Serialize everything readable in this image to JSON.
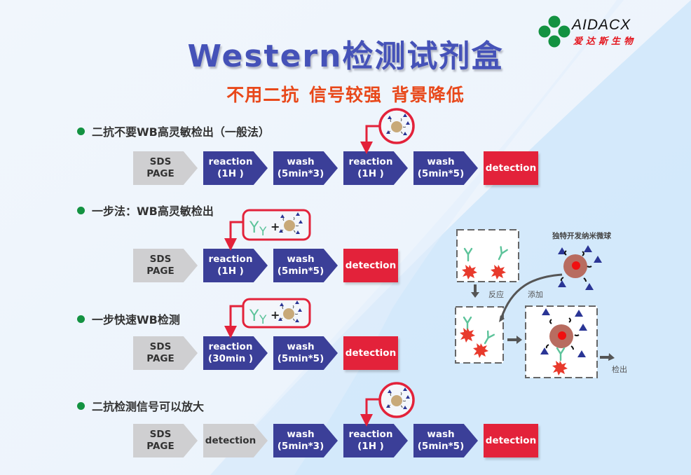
{
  "brand": {
    "name": "AIDACX",
    "name_cn": "爱达斯生物",
    "logo_color": "#139241",
    "cn_color": "#e4161e"
  },
  "title": "Western检测试剂盒",
  "subtitle": "不用二抗 信号较强 背景降低",
  "colors": {
    "title": "#4552b8",
    "subtitle": "#e8481a",
    "step_gray": "#cfcfd1",
    "step_blue": "#3b3f98",
    "step_red": "#e3223a",
    "bullet": "#139241",
    "callout": "#e3223a"
  },
  "sections": [
    {
      "label": "二抗不要WB高灵敏检出（一般法）",
      "steps": [
        {
          "line1": "SDS",
          "line2": "PAGE",
          "kind": "gray"
        },
        {
          "line1": "reaction",
          "line2": "(1H )",
          "kind": "blue"
        },
        {
          "line1": "wash",
          "line2": "(5min*3)",
          "kind": "blue"
        },
        {
          "line1": "reaction",
          "line2": "(1H )",
          "kind": "blue"
        },
        {
          "line1": "wash",
          "line2": "(5min*5)",
          "kind": "blue"
        },
        {
          "line1": "detection",
          "line2": "",
          "kind": "red"
        }
      ],
      "callout": "nanosphere-only"
    },
    {
      "label": "一步法：WB高灵敏检出",
      "steps": [
        {
          "line1": "SDS",
          "line2": "PAGE",
          "kind": "gray"
        },
        {
          "line1": "reaction",
          "line2": "(1H )",
          "kind": "blue"
        },
        {
          "line1": "wash",
          "line2": "(5min*5)",
          "kind": "blue"
        },
        {
          "line1": "detection",
          "line2": "",
          "kind": "red"
        }
      ],
      "callout": "antibody-plus-nanosphere"
    },
    {
      "label": "一步快速WB检测",
      "steps": [
        {
          "line1": "SDS",
          "line2": "PAGE",
          "kind": "gray"
        },
        {
          "line1": "reaction",
          "line2": "(30min )",
          "kind": "blue"
        },
        {
          "line1": "wash",
          "line2": "(5min*5)",
          "kind": "blue"
        },
        {
          "line1": "detection",
          "line2": "",
          "kind": "red"
        }
      ],
      "callout": "antibody-plus-nanosphere"
    },
    {
      "label": "二抗检测信号可以放大",
      "steps": [
        {
          "line1": "SDS",
          "line2": "PAGE",
          "kind": "gray"
        },
        {
          "line1": "detection",
          "line2": "",
          "kind": "gray"
        },
        {
          "line1": "wash",
          "line2": "(5min*3)",
          "kind": "blue"
        },
        {
          "line1": "reaction",
          "line2": "(1H )",
          "kind": "blue"
        },
        {
          "line1": "wash",
          "line2": "(5min*5)",
          "kind": "blue"
        },
        {
          "line1": "detection",
          "line2": "",
          "kind": "red"
        }
      ],
      "callout": "nanosphere-only"
    }
  ],
  "callout_plus": "+",
  "mechanism": {
    "nanosphere_label": "独特开发纳米微球",
    "react_label": "反应",
    "add_label": "添加",
    "detect_label": "检出"
  }
}
